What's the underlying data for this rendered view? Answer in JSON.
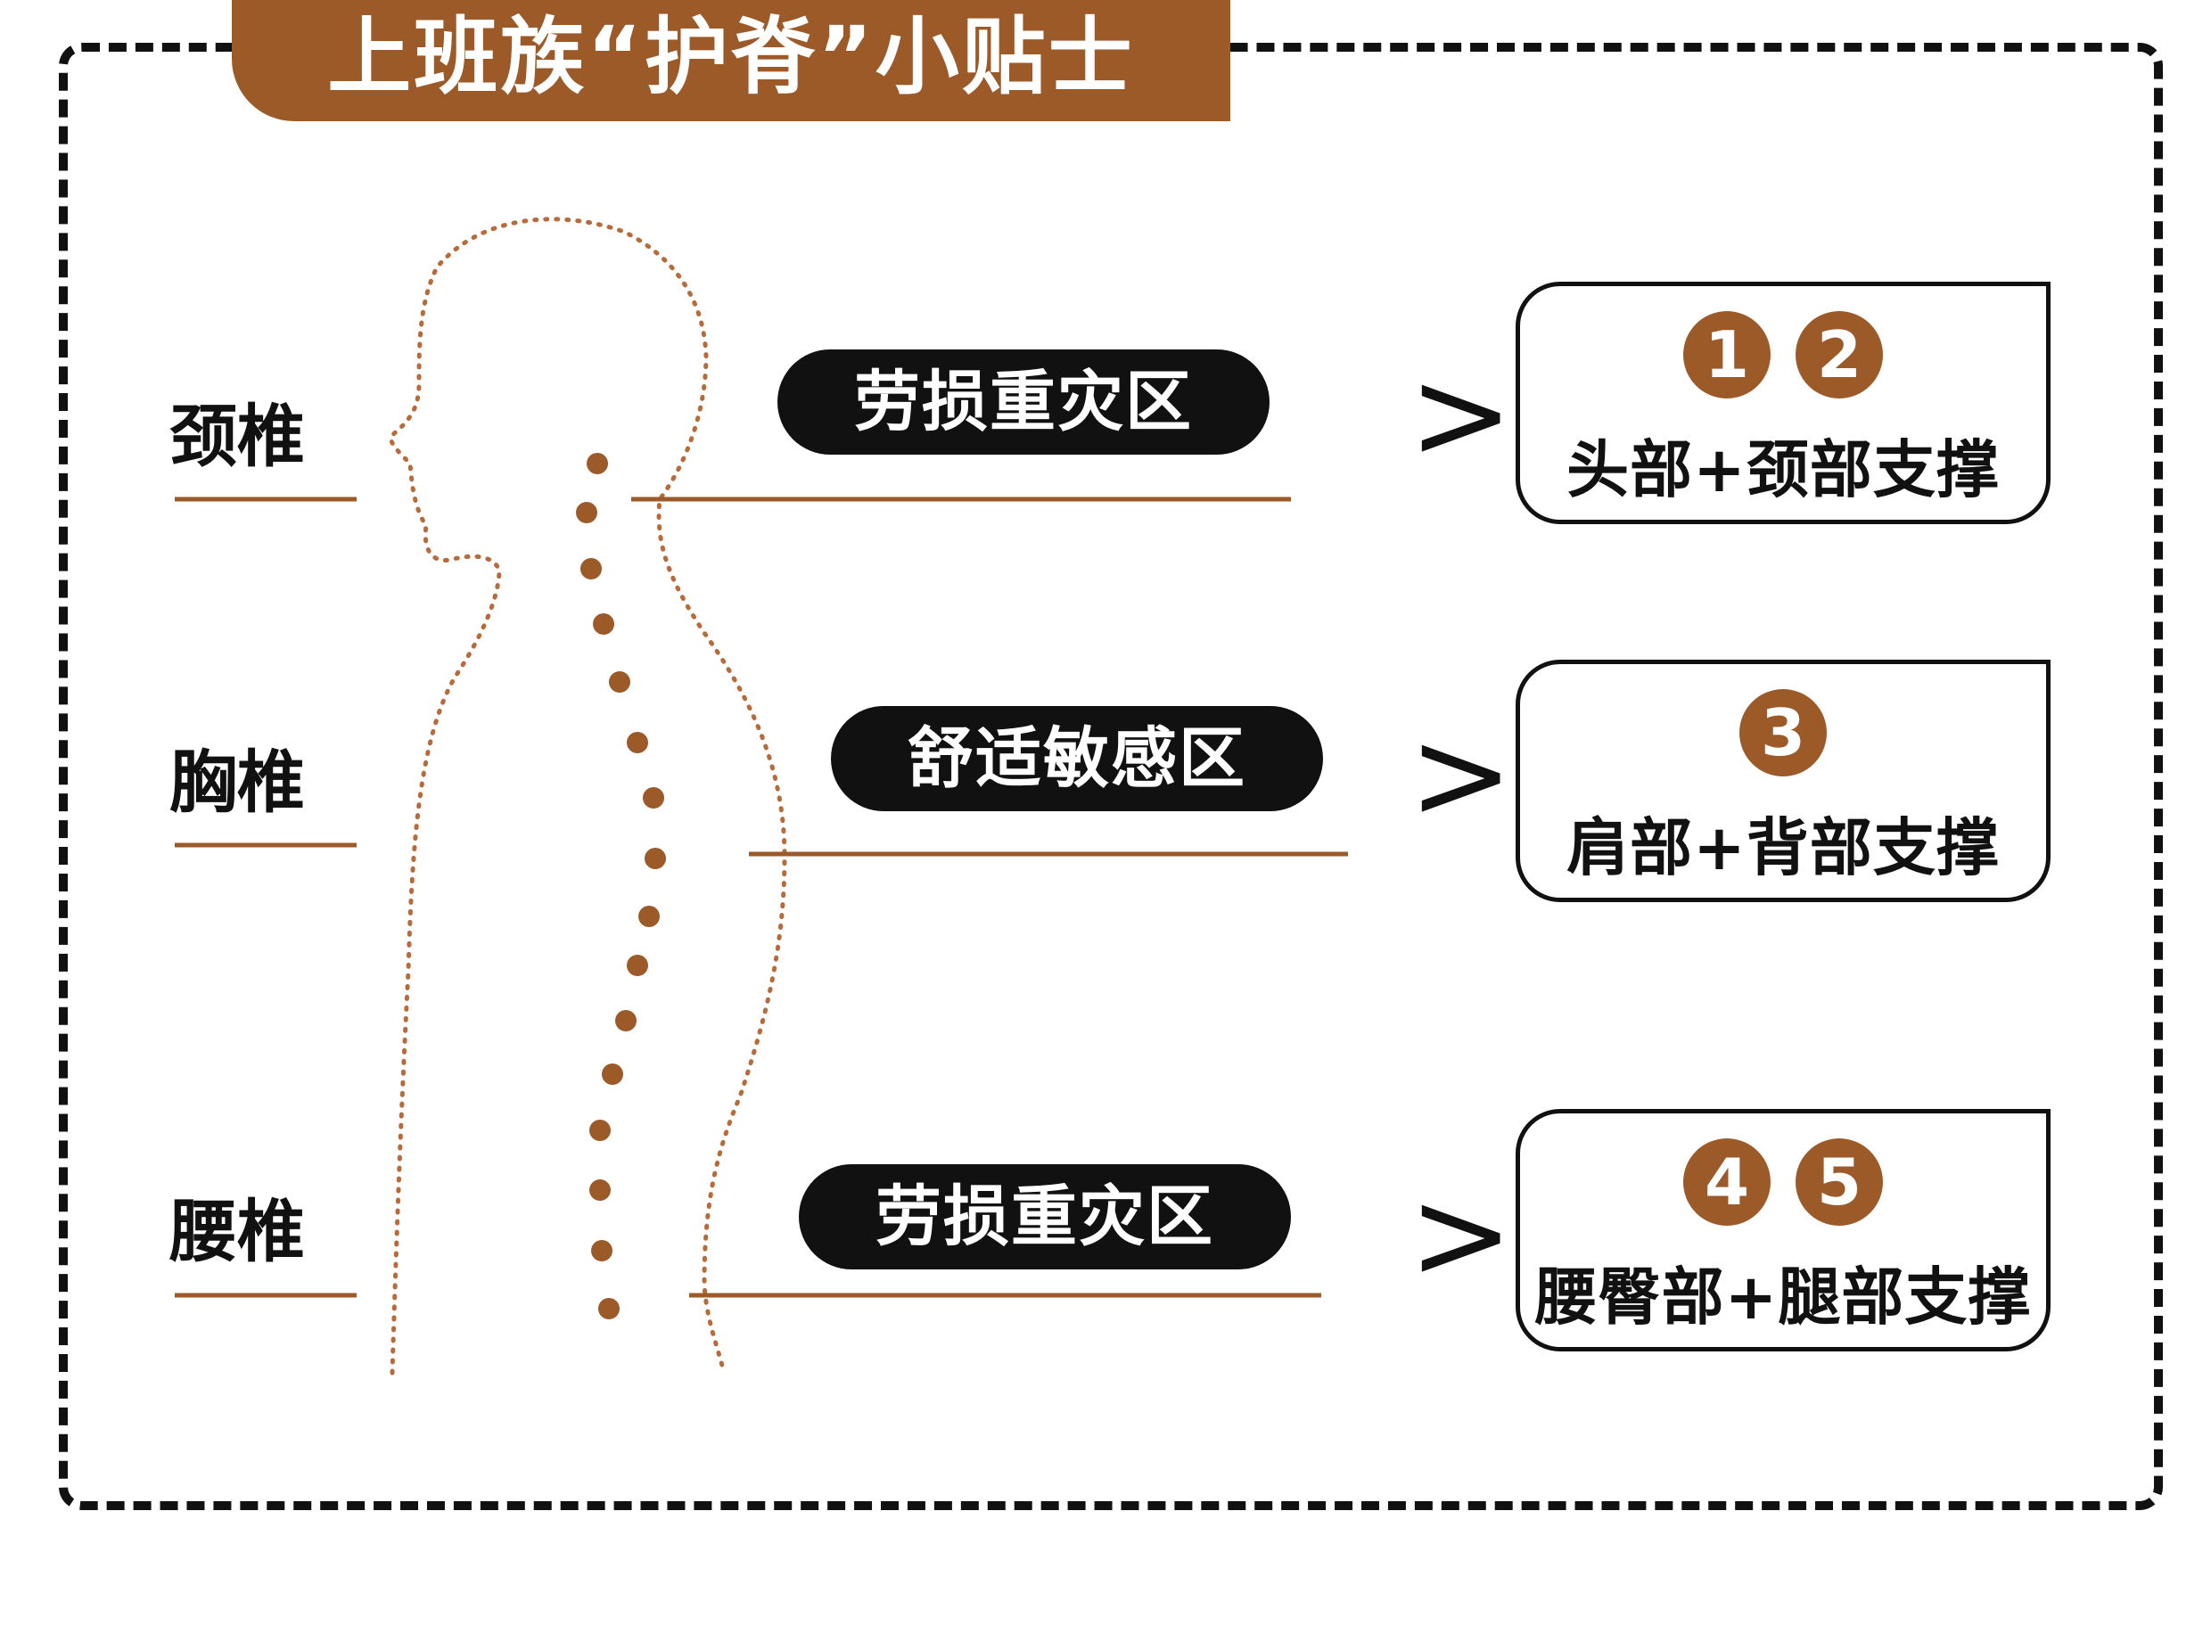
{
  "title": "上班族“护脊”小贴士",
  "colors": {
    "accent": "#9c5a28",
    "dark": "#111111",
    "background": "#ffffff"
  },
  "regions": [
    {
      "label": "颈椎",
      "zone": "劳损重灾区",
      "badges": [
        "1",
        "2"
      ],
      "support": "头部+颈部支撑"
    },
    {
      "label": "胸椎",
      "zone": "舒适敏感区",
      "badges": [
        "3"
      ],
      "support": "肩部+背部支撑"
    },
    {
      "label": "腰椎",
      "zone": "劳损重灾区",
      "badges": [
        "4",
        "5"
      ],
      "support": "腰臀部+腿部支撑"
    }
  ],
  "arrow_glyph": ">",
  "icons": {
    "body": "human-silhouette-icon",
    "spine": "spine-dots-icon"
  }
}
